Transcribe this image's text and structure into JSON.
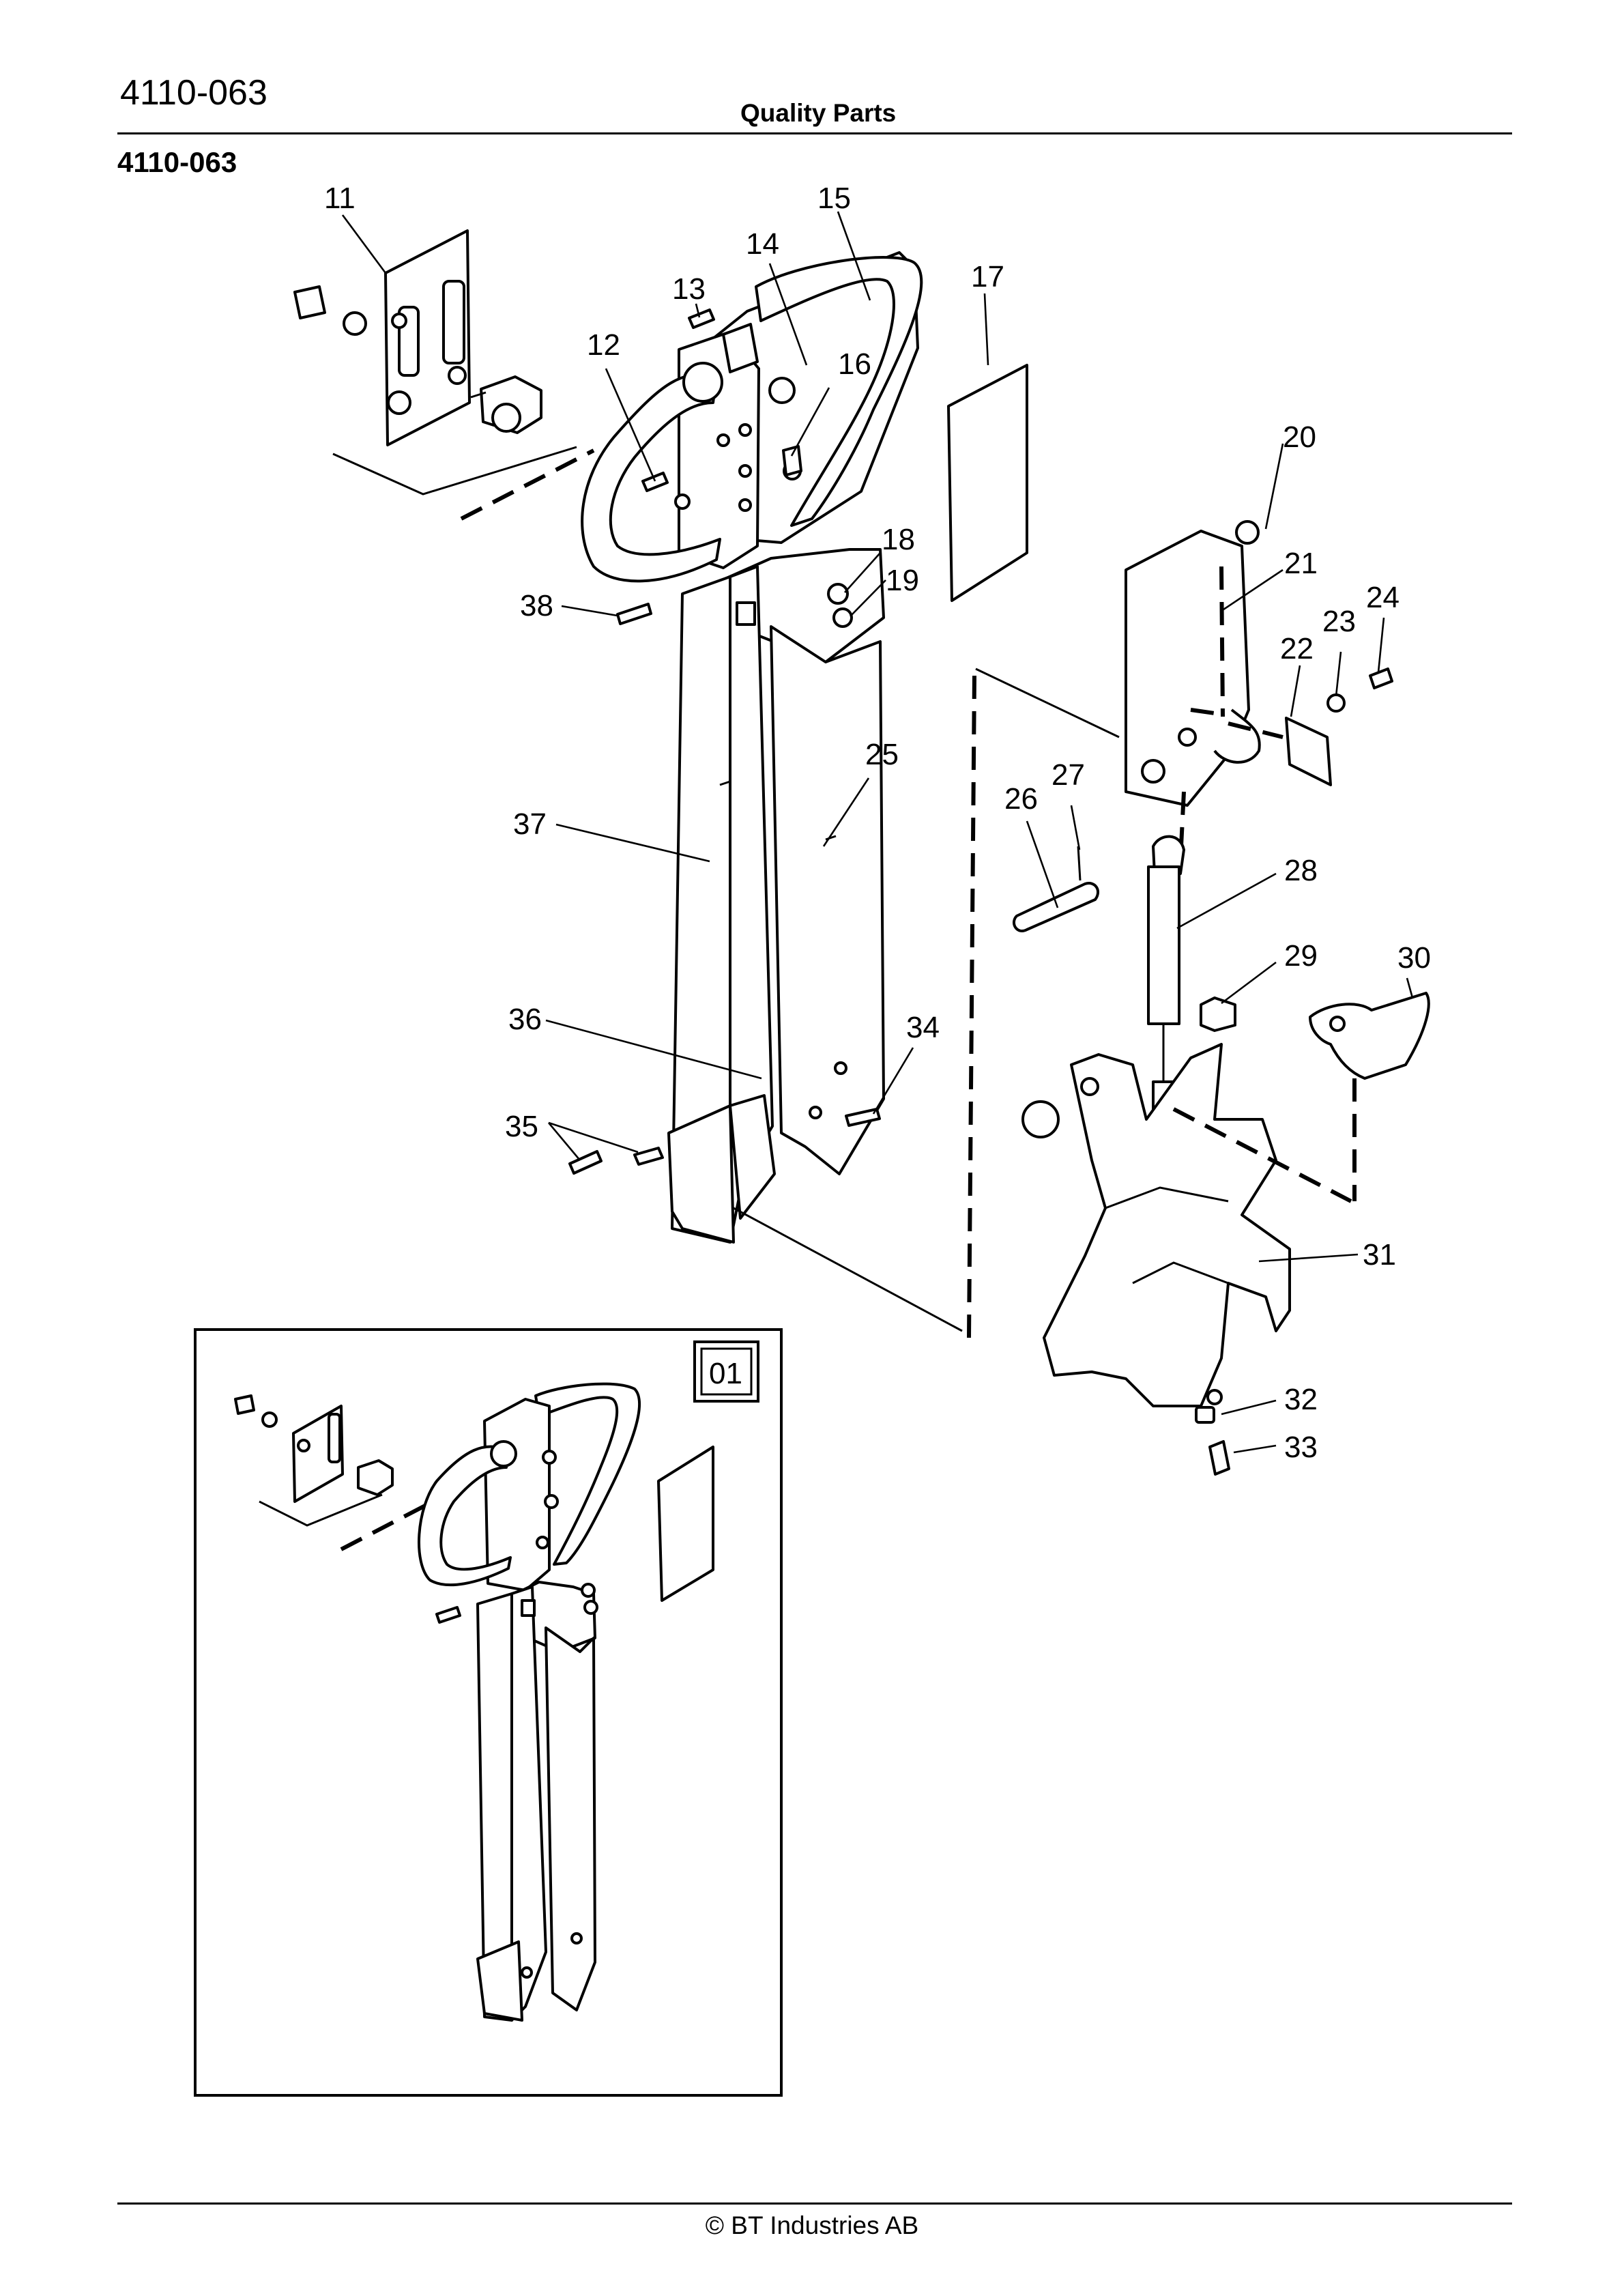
{
  "header": {
    "doc_number": "4110-063",
    "title": "Quality Parts"
  },
  "diagram_title": "4110-063",
  "callouts": [
    "11",
    "12",
    "13",
    "14",
    "15",
    "16",
    "17",
    "18",
    "19",
    "20",
    "21",
    "22",
    "23",
    "24",
    "25",
    "26",
    "27",
    "28",
    "29",
    "30",
    "31",
    "32",
    "33",
    "34",
    "35",
    "36",
    "37",
    "38"
  ],
  "inset": {
    "label": "01"
  },
  "footer": {
    "copyright": "© BT Industries AB"
  }
}
